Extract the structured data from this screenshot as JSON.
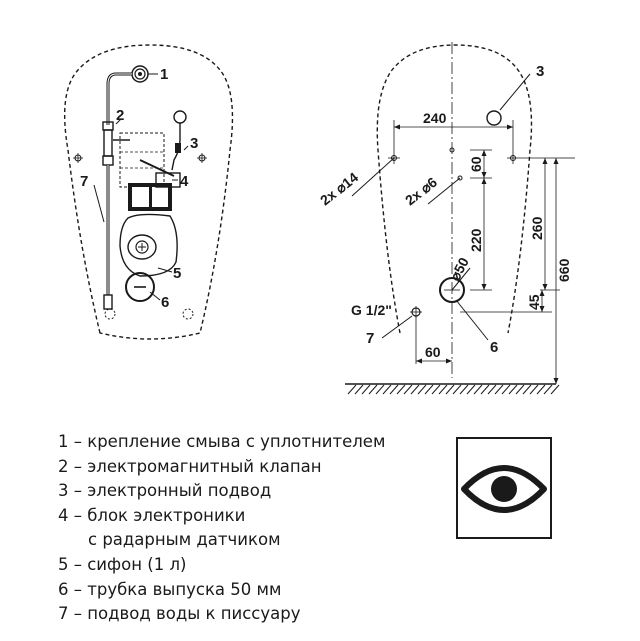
{
  "left_view": {
    "callouts": [
      "1",
      "2",
      "3",
      "4",
      "5",
      "6",
      "7"
    ]
  },
  "right_view": {
    "callouts": {
      "c3": "3",
      "c6": "6",
      "c7": "7"
    },
    "dimensions": {
      "width_240": "240",
      "v_60": "60",
      "v_220": "220",
      "v_260": "260",
      "v_660": "660",
      "v_45": "45",
      "h_60": "60",
      "holes_14": "2x ⌀14",
      "holes_6": "2x ⌀6",
      "outlet_50": "⌀50",
      "thread": "G 1/2\""
    }
  },
  "legend": [
    {
      "text": "1 – крепление смыва с уплотнителем"
    },
    {
      "text": "2 – электромагнитный клапан"
    },
    {
      "text": "3 – электронный подвод"
    },
    {
      "text": "4 – блок электроники"
    },
    {
      "text": "с радарным датчиком",
      "continuation": true
    },
    {
      "text": "5 – сифон (1 л)"
    },
    {
      "text": "6 – трубка выпуска 50 мм"
    },
    {
      "text": "7 – подвод воды к писсуару"
    }
  ],
  "symbol": {
    "icon": "eye-icon"
  }
}
